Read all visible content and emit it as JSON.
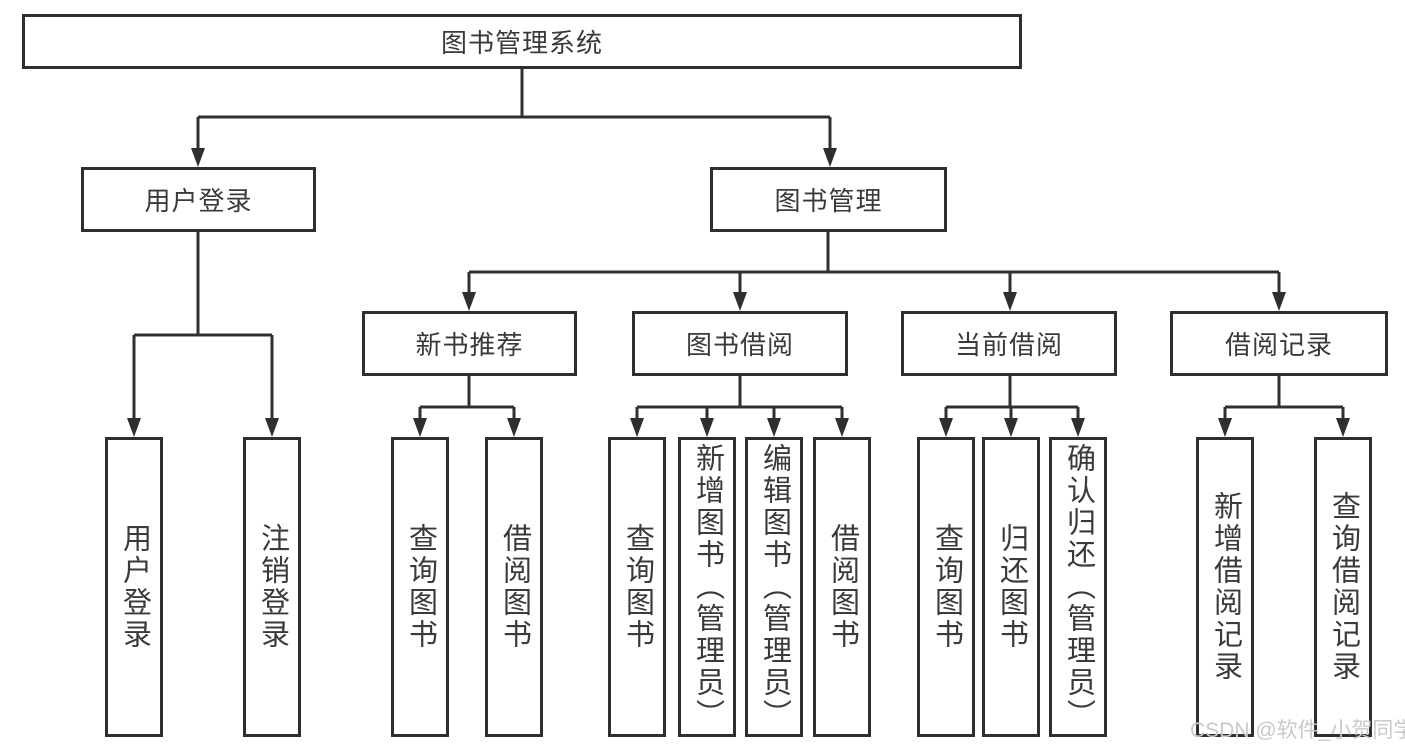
{
  "tree": {
    "root": {
      "label": "图书管理系统"
    },
    "branches": [
      {
        "label": "用户登录",
        "children": [
          {
            "label": "用户登录"
          },
          {
            "label": "注销登录"
          }
        ]
      },
      {
        "label": "图书管理",
        "children": [
          {
            "label": "新书推荐",
            "children": [
              {
                "label": "查询图书"
              },
              {
                "label": "借阅图书"
              }
            ]
          },
          {
            "label": "图书借阅",
            "children": [
              {
                "label": "查询图书"
              },
              {
                "label": "新增图书（管理员）"
              },
              {
                "label": "编辑图书（管理员）"
              },
              {
                "label": "借阅图书"
              }
            ]
          },
          {
            "label": "当前借阅",
            "children": [
              {
                "label": "查询图书"
              },
              {
                "label": "归还图书"
              },
              {
                "label": "确认归还（管理员）"
              }
            ]
          },
          {
            "label": "借阅记录",
            "children": [
              {
                "label": "新增借阅记录"
              },
              {
                "label": "查询借阅记录"
              }
            ]
          }
        ]
      }
    ]
  },
  "watermark": {
    "text": "CSDN @软件_小贺同学"
  },
  "colors": {
    "line": "#2f2f2f",
    "text": "#3a3a3a",
    "background": "#ffffff",
    "watermark": "#c9c9c9"
  }
}
